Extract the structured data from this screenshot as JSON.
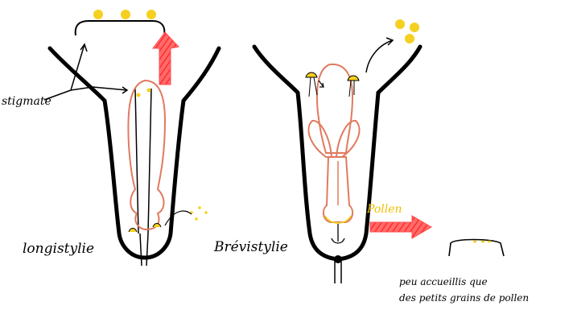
{
  "labels": {
    "stigmate": "stigmate",
    "longistylie": "longistylie",
    "brevistylie": "Brévistylie",
    "pollen": "Pollen",
    "caption_line1": "peu accueillis que",
    "caption_line2": "des petits grains de pollen"
  },
  "colors": {
    "outline": "#000000",
    "style": "#e07a5f",
    "pollen": "#f5d020",
    "arrow": "#ff4d4d"
  },
  "icons": {
    "pollen_grain": "pollen-grain-icon",
    "up_arrow": "red-up-arrow",
    "right_arrow": "red-right-arrow"
  }
}
